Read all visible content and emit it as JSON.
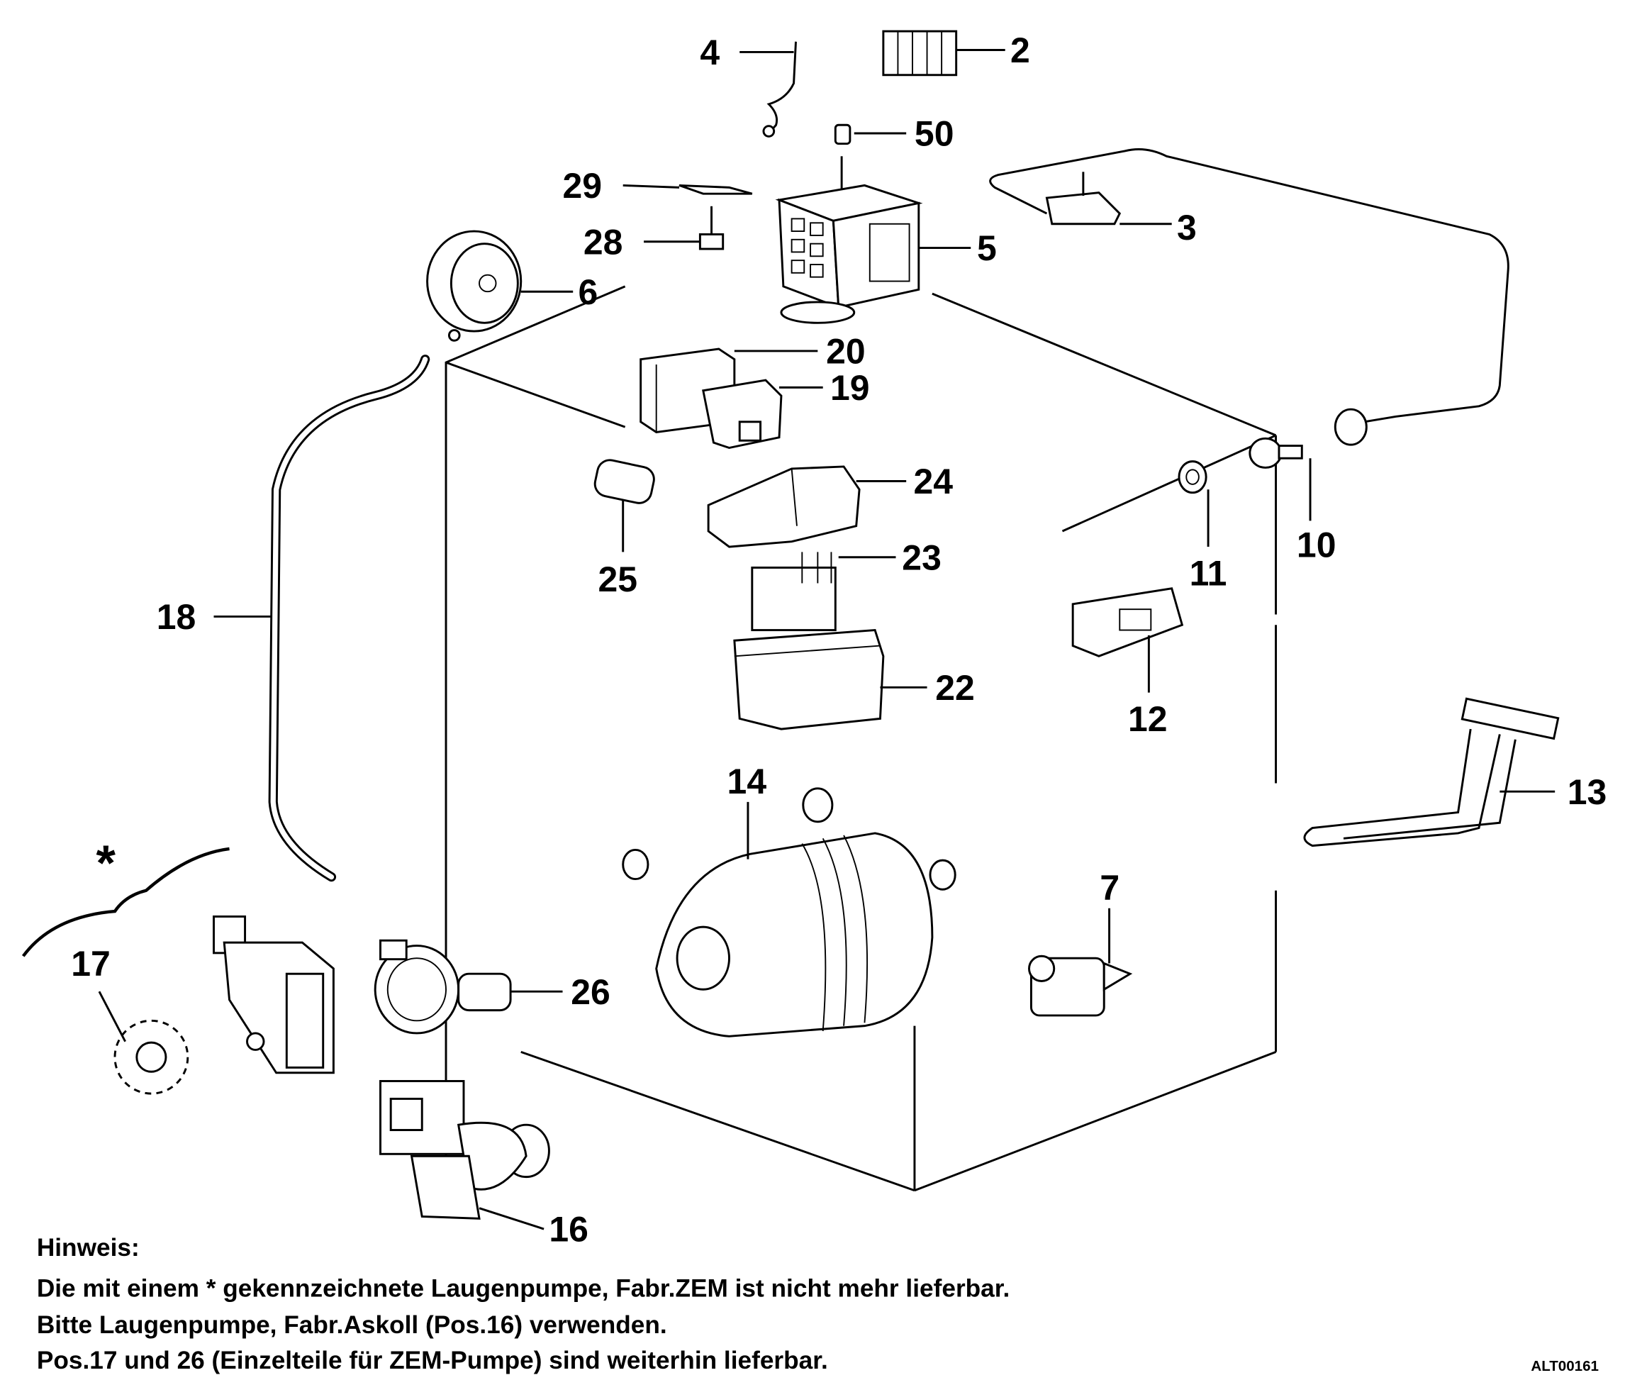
{
  "diagram": {
    "callouts": {
      "p2": "2",
      "p3": "3",
      "p4": "4",
      "p5": "5",
      "p6": "6",
      "p7": "7",
      "p10": "10",
      "p11": "11",
      "p12": "12",
      "p13": "13",
      "p14": "14",
      "p16": "16",
      "p17": "17",
      "p18": "18",
      "p19": "19",
      "p20": "20",
      "p22": "22",
      "p23": "23",
      "p24": "24",
      "p25": "25",
      "p26": "26",
      "p28": "28",
      "p29": "29",
      "p50": "50",
      "star": "*"
    },
    "note": {
      "heading": "Hinweis:",
      "line1": "Die mit einem * gekennzeichnete Laugenpumpe, Fabr.ZEM ist nicht mehr lieferbar.",
      "line2": "Bitte Laugenpumpe, Fabr.Askoll (Pos.16) verwenden.",
      "line3": "Pos.17 und 26 (Einzelteile für ZEM-Pumpe) sind weiterhin lieferbar."
    },
    "drawing_code": "ALT00161"
  }
}
